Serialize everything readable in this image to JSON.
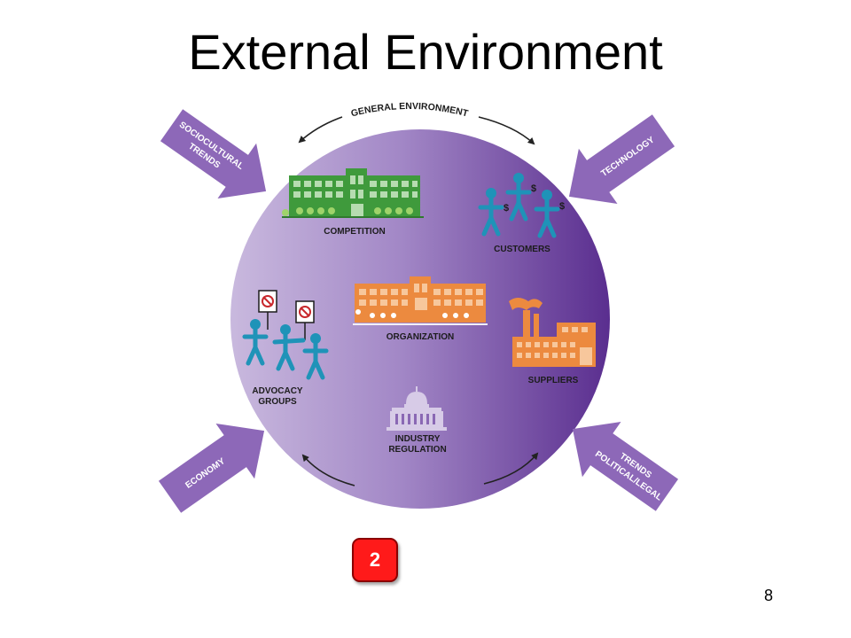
{
  "slide": {
    "title": "External Environment",
    "badge": "2",
    "page_number": "8"
  },
  "diagram": {
    "ring_label": "GENERAL ENVIRONMENT",
    "inner_labels": {
      "competition": "COMPETITION",
      "customers": "CUSTOMERS",
      "organization": "ORGANIZATION",
      "suppliers": "SUPPLIERS",
      "advocacy_line1": "ADVOCACY",
      "advocacy_line2": "GROUPS",
      "industry_line1": "INDUSTRY",
      "industry_line2": "REGULATION"
    },
    "forces": {
      "sociocultural_line1": "SOCIOCULTURAL",
      "sociocultural_line2": "TRENDS",
      "technology": "TECHNOLOGY",
      "economy": "ECONOMY",
      "political_line1": "POLITICAL/LEGAL",
      "political_line2": "TRENDS"
    },
    "customer_symbol": "$",
    "colors": {
      "circle_light": "#c7b6dc",
      "circle_dark": "#5d3191",
      "competition_green": "#3f9a3c",
      "organization_orange": "#ec8a3f",
      "people_teal": "#1f93b8",
      "regulation_lavender": "#d7cbe7",
      "force_arrow": "#8d68b8"
    }
  }
}
